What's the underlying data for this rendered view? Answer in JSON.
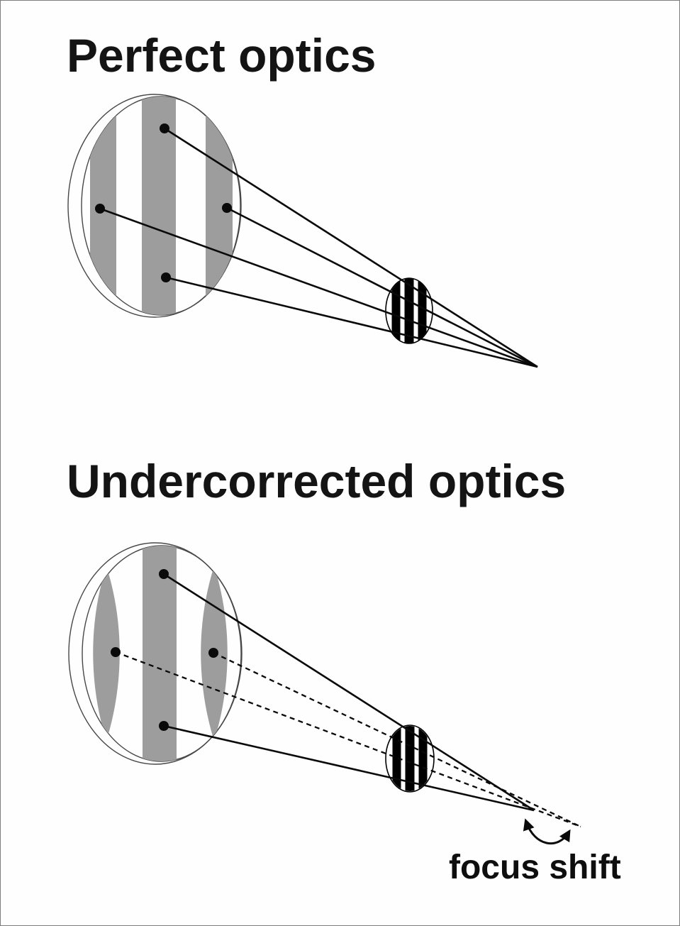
{
  "page": {
    "background": "#fefefe",
    "border_color": "#7d7d7d"
  },
  "labels": {
    "top_title": "Perfect optics",
    "bottom_title": "Undercorrected optics",
    "focus_shift": "focus shift"
  },
  "colors": {
    "stripe_gray": "#9d9d9d",
    "ink": "#0a0a0a",
    "outline_gray": "#474747"
  }
}
